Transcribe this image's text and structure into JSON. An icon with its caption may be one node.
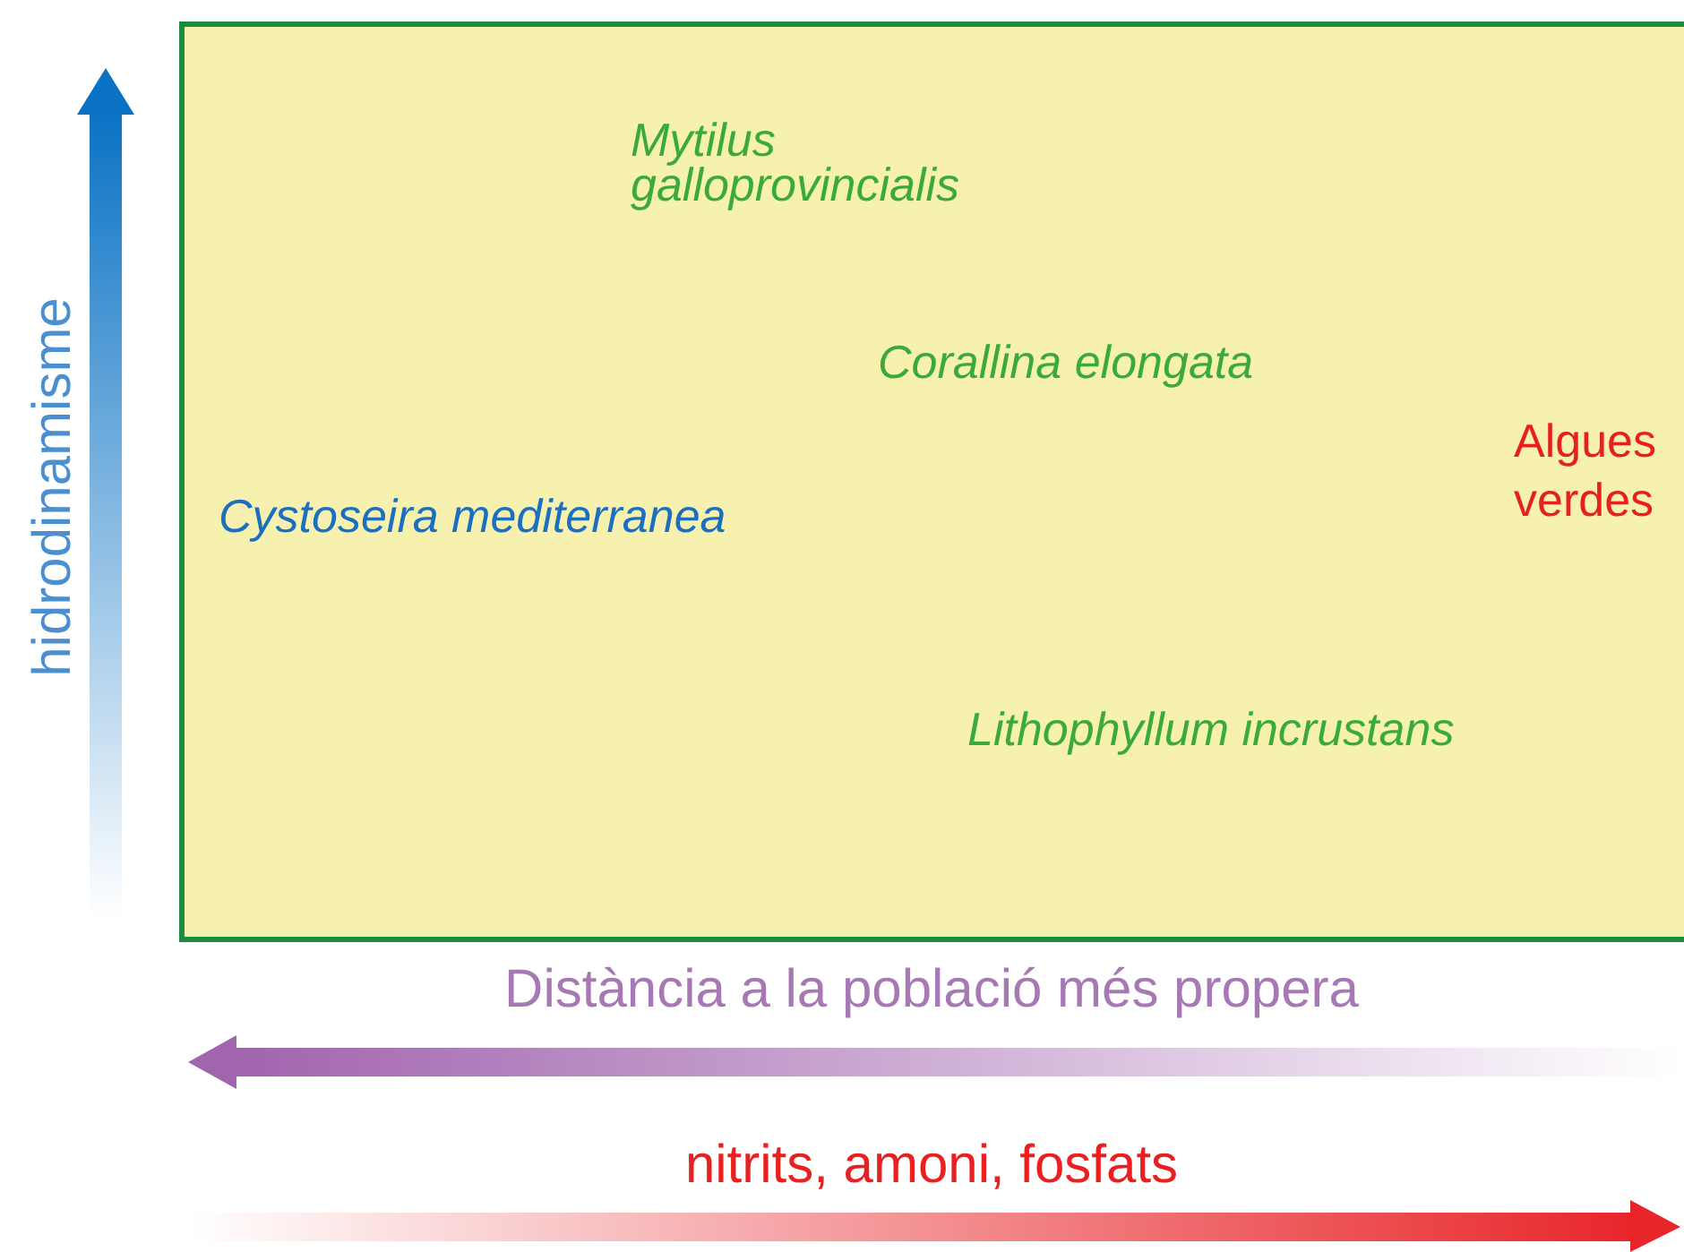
{
  "diagram": {
    "labels": [
      "hidrodinamisme",
      "Mytilus galloprovincialis",
      "Corallina elongata",
      "Algues verdes",
      "Cystoseira mediterranea",
      "Lithophyllum incrustans",
      "Distància a la població més propera",
      "nitrits, amoni, fosfats"
    ]
  }
}
